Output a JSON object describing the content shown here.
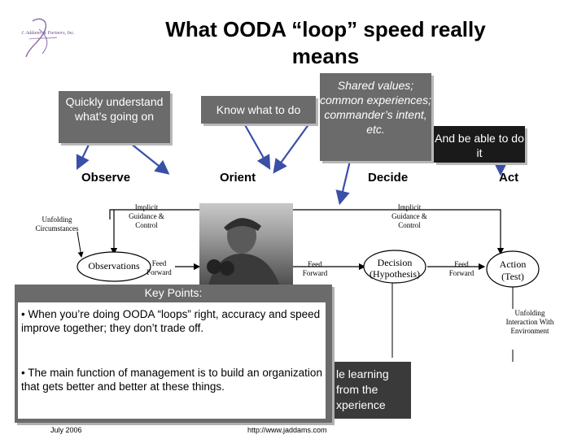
{
  "title": "What OODA “loop” speed really means",
  "logo": {
    "text": "J. Addams & Partners, Inc."
  },
  "callouts": {
    "understand": "Quickly understand what’s going on",
    "know": "Know what to do",
    "shared": "Shared values; common experiences; commander’s intent, etc.",
    "able": "And be able to do it"
  },
  "phases": {
    "observe": "Observe",
    "orient": "Orient",
    "decide": "Decide",
    "act": "Act"
  },
  "loop": {
    "unfolding_circumstances": "Unfolding Circumstances",
    "implicit_guidance_left": "Implicit Guidance & Control",
    "implicit_guidance_right": "Implicit Guidance & Control",
    "observations": "Observations",
    "feed_forward_1": "Feed Forward",
    "feed_forward_2": "Feed Forward",
    "feed_forward_3": "Feed Forward",
    "decision": "Decision (Hypothesis)",
    "action": "Action (Test)",
    "unfolding_interaction": "Unfolding Interaction With Environment"
  },
  "key_points": {
    "heading": "Key Points:",
    "items": [
      "• When you’re doing OODA “loops” right, accuracy and speed improve together; they don’t trade off.",
      "• The main function of management is to build an organization that gets better and better at these things."
    ]
  },
  "learning_box": "le learning from the xperience",
  "footer": {
    "date": "July 2006",
    "url": "http://www.jaddams.com"
  }
}
